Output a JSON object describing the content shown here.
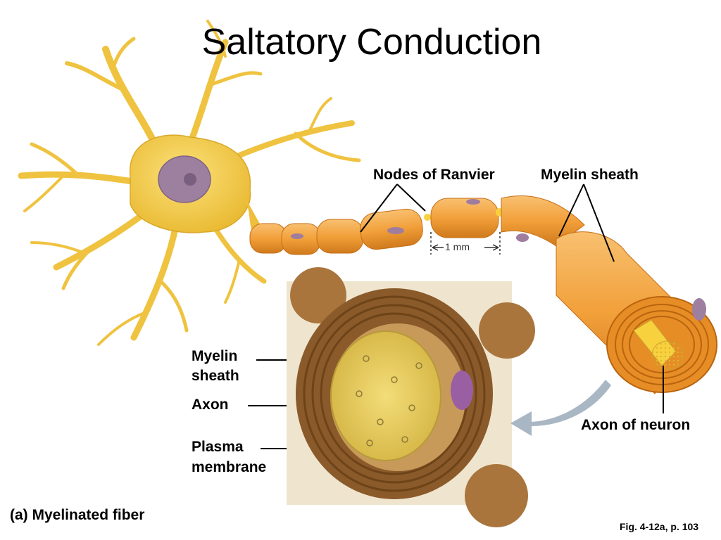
{
  "title": "Saltatory Conduction",
  "labels": {
    "nodes_of_ranvier": "Nodes of Ranvier",
    "myelin_sheath_top": "Myelin sheath",
    "scale": "1 mm",
    "myelin_sheath_inset_1": "Myelin",
    "myelin_sheath_inset_2": "sheath",
    "axon": "Axon",
    "plasma_membrane_1": "Plasma",
    "plasma_membrane_2": "membrane",
    "axon_of_neuron": "Axon of neuron",
    "panel": "(a) Myelinated fiber",
    "figure_ref": "Fig. 4-12a, p. 103"
  },
  "colors": {
    "cell_body": "#f2c94c",
    "dendrite": "#f0c445",
    "nucleus": "#9d7fa0",
    "myelin": "#f2a03a",
    "myelin_dark": "#d97e1e",
    "axon_core": "#f7d23e",
    "micrograph_ring": "#8a5a2a",
    "micrograph_axon": "#e9d267",
    "arrow": "#a9b7c4"
  }
}
